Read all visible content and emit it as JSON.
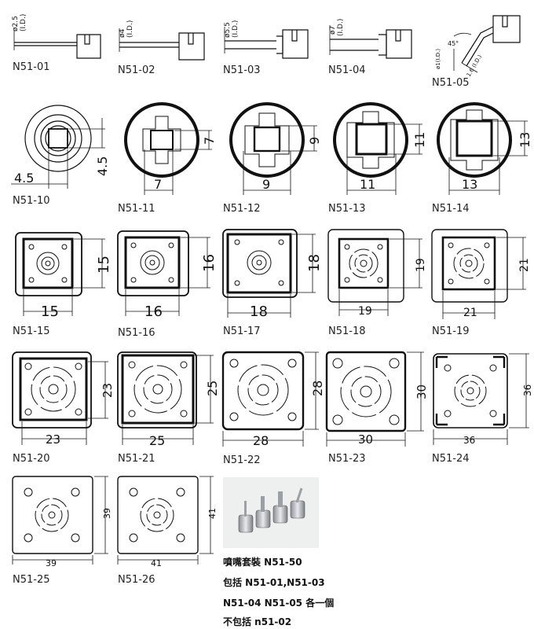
{
  "row1": [
    {
      "id": "N51-01",
      "dim": "ø2.5",
      "dim_sub": "(I.D.)"
    },
    {
      "id": "N51-02",
      "dim": "ø4",
      "dim_sub": "(I.D.)"
    },
    {
      "id": "N51-03",
      "dim": "ø5.5",
      "dim_sub": "(I.D.)"
    },
    {
      "id": "N51-04",
      "dim": "ø7",
      "dim_sub": "(I.D.)"
    },
    {
      "id": "N51-05",
      "angle": "45°",
      "dim_a": "ø1(I.D.)",
      "dim_b": "1.6 (I.D.)"
    }
  ],
  "row2": [
    {
      "id": "N51-10",
      "w": "4.5",
      "h": "4.5"
    },
    {
      "id": "N51-11",
      "w": "7",
      "h": "7"
    },
    {
      "id": "N51-12",
      "w": "9",
      "h": "9"
    },
    {
      "id": "N51-13",
      "w": "11",
      "h": "11"
    },
    {
      "id": "N51-14",
      "w": "13",
      "h": "13"
    }
  ],
  "row3": [
    {
      "id": "N51-15",
      "w": "15",
      "h": "15"
    },
    {
      "id": "N51-16",
      "w": "16",
      "h": "16"
    },
    {
      "id": "N51-17",
      "w": "18",
      "h": "18"
    },
    {
      "id": "N51-18",
      "w": "19",
      "h": "19"
    },
    {
      "id": "N51-19",
      "w": "21",
      "h": "21"
    }
  ],
  "row4": [
    {
      "id": "N51-20",
      "w": "23",
      "h": "23"
    },
    {
      "id": "N51-21",
      "w": "25",
      "h": "25"
    },
    {
      "id": "N51-22",
      "w": "28",
      "h": "28"
    },
    {
      "id": "N51-23",
      "w": "30",
      "h": "30"
    },
    {
      "id": "N51-24",
      "w": "36",
      "h": "36"
    }
  ],
  "row5": [
    {
      "id": "N51-25",
      "w": "39",
      "h": "39"
    },
    {
      "id": "N51-26",
      "w": "41",
      "h": "41"
    }
  ],
  "set": {
    "line1": "噴嘴套裝 N51-50",
    "line2": "包括 N51-01,N51-03",
    "line3": "N51-04 N51-05 各一個",
    "line4": "不包括 n51-02"
  }
}
